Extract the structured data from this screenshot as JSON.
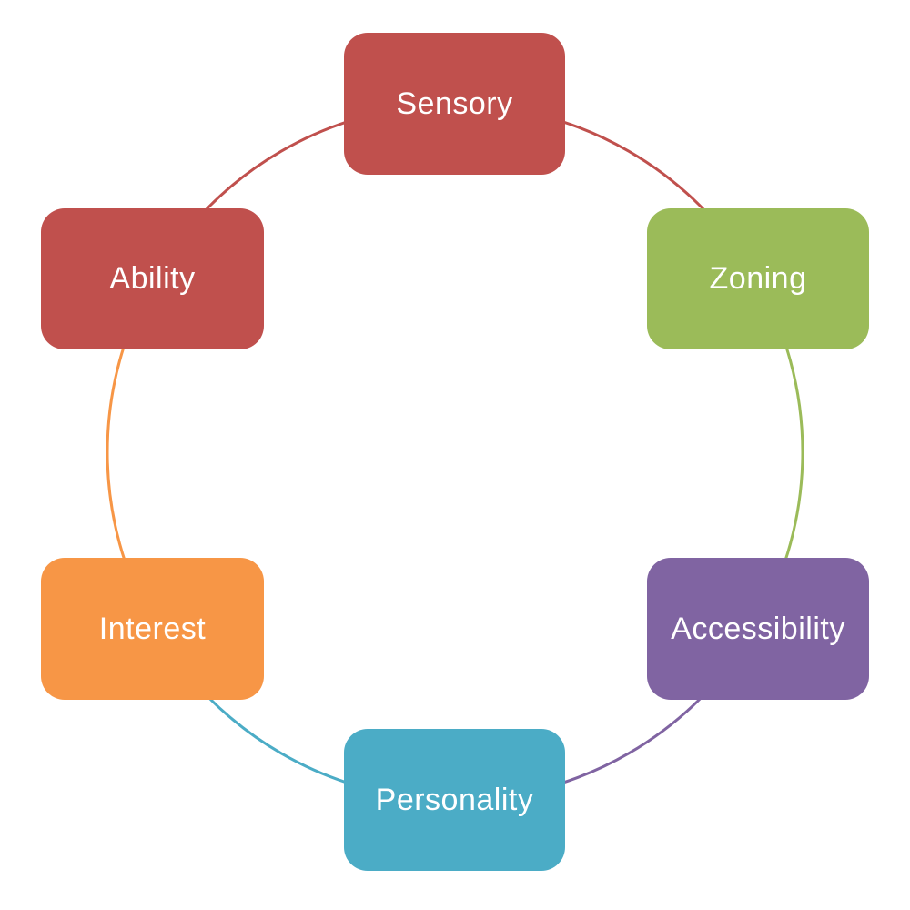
{
  "diagram": {
    "type": "cycle",
    "background": "#FFFFFF",
    "text_color": "#FFFFFF",
    "nodes": [
      {
        "label": "Sensory",
        "color": "#C0504D",
        "position": "top"
      },
      {
        "label": "Zoning",
        "color": "#9BBB59",
        "position": "upper-right"
      },
      {
        "label": "Accessibility",
        "color": "#8064A2",
        "position": "lower-right"
      },
      {
        "label": "Personality",
        "color": "#4BACC6",
        "position": "bottom"
      },
      {
        "label": "Interest",
        "color": "#F79646",
        "position": "lower-left"
      },
      {
        "label": "Ability",
        "color": "#C0504D",
        "position": "upper-left"
      }
    ],
    "connectors": [
      {
        "from": "Sensory",
        "to": "Zoning",
        "color": "#C0504D"
      },
      {
        "from": "Zoning",
        "to": "Accessibility",
        "color": "#9BBB59"
      },
      {
        "from": "Accessibility",
        "to": "Personality",
        "color": "#8064A2"
      },
      {
        "from": "Personality",
        "to": "Interest",
        "color": "#4BACC6"
      },
      {
        "from": "Interest",
        "to": "Ability",
        "color": "#F79646"
      },
      {
        "from": "Ability",
        "to": "Sensory",
        "color": "#C0504D"
      }
    ]
  }
}
